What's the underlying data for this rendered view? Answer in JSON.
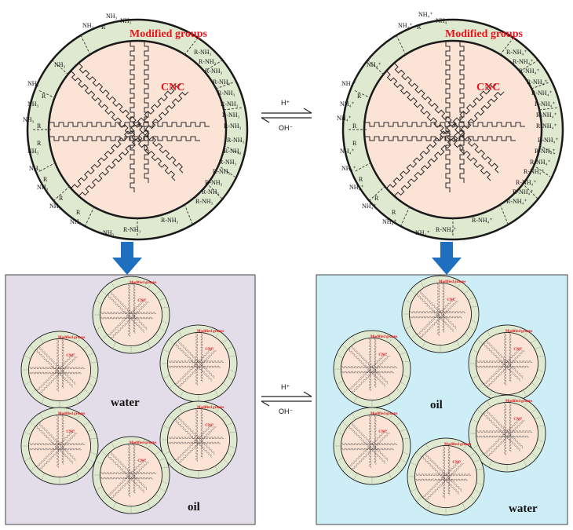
{
  "particle": {
    "title_label": "Modified groups",
    "core_label": "CNC",
    "groups_neutral": "NH₃",
    "groups_protonated": "NH₄⁺",
    "linker": "R",
    "chain_neutral": "R-NH₃",
    "chain_protonated": "R-NH₄⁺"
  },
  "reaction": {
    "forward": "H⁺",
    "reverse": "OH⁻"
  },
  "left_panel": {
    "inner_phase": "water",
    "outer_phase": "oil"
  },
  "right_panel": {
    "inner_phase": "oil",
    "outer_phase": "water"
  },
  "colors": {
    "shell": "#dfe9d0",
    "core": "#fbe3d6",
    "label_red": "#e8141c",
    "left_bg": "#e2dde9",
    "right_bg": "#cdedf7",
    "arrow_blue": "#1f6fc0"
  }
}
